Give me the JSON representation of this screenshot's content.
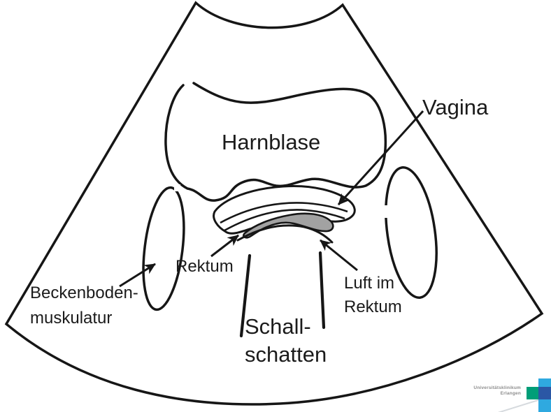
{
  "diagram": {
    "type": "ultrasound-schematic",
    "labels": {
      "bladder": "Harnblase",
      "vagina": "Vagina",
      "rectum": "Rektum",
      "air_line1": "Luft im",
      "air_line2": "Rektum",
      "pelvic_line1": "Beckenboden-",
      "pelvic_line2": "muskulatur",
      "shadow_line1": "Schall-",
      "shadow_line2": "schatten"
    },
    "colors": {
      "ink": "#161616",
      "air_fill": "#a2a2a2",
      "label_text": "#1b1b1b"
    }
  },
  "logo": {
    "line1": "Universitätsklinikum",
    "line2": "Erlangen",
    "text_color": "#8d8d8d",
    "cross": {
      "light_blue": "#2fa9e0",
      "dark_blue": "#2b57a5",
      "green": "#009e78"
    }
  }
}
